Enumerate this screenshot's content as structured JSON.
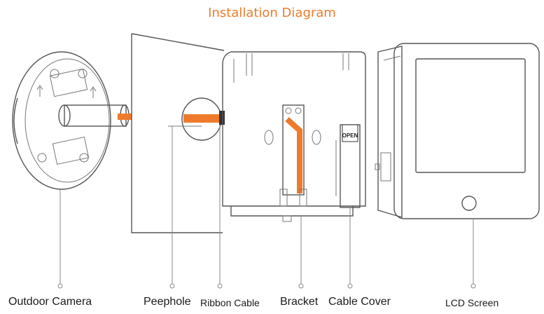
{
  "title": "Installation Diagram",
  "labels": {
    "outdoor_camera": "Outdoor Camera",
    "peephole": "Peephole",
    "ribbon_cable": "Ribbon Cable",
    "bracket": "Bracket",
    "cable_cover": "Cable Cover",
    "lcd_screen": "LCD Screen"
  },
  "cover_tag": "OPEN",
  "colors": {
    "accent": "#ee7b2b",
    "line": "#555555"
  }
}
